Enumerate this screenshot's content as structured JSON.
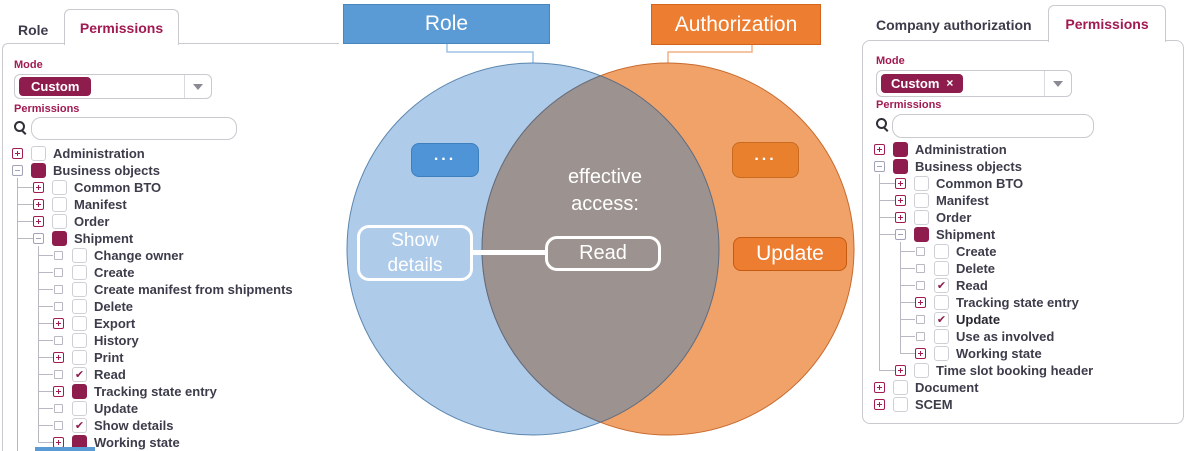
{
  "colors": {
    "maroon": "#8E1D4D",
    "maroon_text": "#A11A52",
    "blue_box": "#5B9BD5",
    "blue_circle": "#AECBEA",
    "blue_button": "#4E94D6",
    "orange_box": "#ED7D31",
    "orange_circle": "#F0A269",
    "orange_button": "#E8802D",
    "overlap_gray": "#9C928F",
    "tree_text": "#3C3C4A"
  },
  "left_panel": {
    "tabs": [
      {
        "label": "Role"
      },
      {
        "label": "Permissions"
      }
    ],
    "mode_label": "Mode",
    "mode_value": "Custom",
    "permissions_label": "Permissions",
    "search_value": "",
    "tree": [
      {
        "level": 0,
        "expander": "plus",
        "checkbox": "empty",
        "label": "Administration"
      },
      {
        "level": 0,
        "expander": "minus",
        "checkbox": "filled",
        "label": "Business objects"
      },
      {
        "level": 1,
        "expander": "plus",
        "checkbox": "empty",
        "label": "Common BTO"
      },
      {
        "level": 1,
        "expander": "plus",
        "checkbox": "empty",
        "label": "Manifest"
      },
      {
        "level": 1,
        "expander": "plus",
        "checkbox": "empty",
        "label": "Order"
      },
      {
        "level": 1,
        "expander": "minus",
        "checkbox": "filled",
        "label": "Shipment"
      },
      {
        "level": 2,
        "expander": "leaf",
        "checkbox": "empty",
        "label": "Change owner"
      },
      {
        "level": 2,
        "expander": "leaf",
        "checkbox": "empty",
        "label": "Create"
      },
      {
        "level": 2,
        "expander": "leaf",
        "checkbox": "empty",
        "label": "Create manifest from shipments"
      },
      {
        "level": 2,
        "expander": "leaf",
        "checkbox": "empty",
        "label": "Delete"
      },
      {
        "level": 2,
        "expander": "plus",
        "checkbox": "empty",
        "label": "Export"
      },
      {
        "level": 2,
        "expander": "leaf",
        "checkbox": "empty",
        "label": "History"
      },
      {
        "level": 2,
        "expander": "plus",
        "checkbox": "empty",
        "label": "Print"
      },
      {
        "level": 2,
        "expander": "leaf",
        "checkbox": "check",
        "label": "Read"
      },
      {
        "level": 2,
        "expander": "plus",
        "checkbox": "filled",
        "label": "Tracking state entry"
      },
      {
        "level": 2,
        "expander": "leaf",
        "checkbox": "empty",
        "label": "Update"
      },
      {
        "level": 2,
        "expander": "leaf",
        "checkbox": "check",
        "label": "Show details"
      },
      {
        "level": 2,
        "expander": "plus",
        "checkbox": "filled",
        "label": "Working state"
      }
    ]
  },
  "right_panel": {
    "tabs": [
      {
        "label": "Company authorization"
      },
      {
        "label": "Permissions"
      }
    ],
    "mode_label": "Mode",
    "mode_value": "Custom",
    "mode_clear_symbol": "×",
    "permissions_label": "Permissions",
    "search_value": "",
    "tree": [
      {
        "level": 0,
        "expander": "plus",
        "checkbox": "filled",
        "label": "Administration"
      },
      {
        "level": 0,
        "expander": "minus",
        "checkbox": "filled",
        "label": "Business objects"
      },
      {
        "level": 1,
        "expander": "plus",
        "checkbox": "empty",
        "label": "Common BTO"
      },
      {
        "level": 1,
        "expander": "plus",
        "checkbox": "empty",
        "label": "Manifest"
      },
      {
        "level": 1,
        "expander": "plus",
        "checkbox": "empty",
        "label": "Order"
      },
      {
        "level": 1,
        "expander": "minus",
        "checkbox": "filled",
        "label": "Shipment"
      },
      {
        "level": 2,
        "expander": "leaf",
        "checkbox": "empty",
        "label": "Create"
      },
      {
        "level": 2,
        "expander": "leaf",
        "checkbox": "empty",
        "label": "Delete"
      },
      {
        "level": 2,
        "expander": "leaf",
        "checkbox": "check",
        "label": "Read"
      },
      {
        "level": 2,
        "expander": "plus",
        "checkbox": "empty",
        "label": "Tracking state entry"
      },
      {
        "level": 2,
        "expander": "leaf",
        "checkbox": "check",
        "label": "Update",
        "bold": true
      },
      {
        "level": 2,
        "expander": "leaf",
        "checkbox": "empty",
        "label": "Use as involved"
      },
      {
        "level": 2,
        "expander": "plus",
        "checkbox": "empty",
        "label": "Working state"
      },
      {
        "level": 1,
        "expander": "plus",
        "checkbox": "empty",
        "label": "Time slot booking header"
      },
      {
        "level": 0,
        "expander": "plus",
        "checkbox": "empty",
        "label": "Document"
      },
      {
        "level": 0,
        "expander": "plus",
        "checkbox": "empty",
        "label": "SCEM"
      }
    ]
  },
  "venn": {
    "role_box_label": "Role",
    "authorization_box_label": "Authorization",
    "blue_ellipsis": "...",
    "orange_ellipsis": "...",
    "effective_access_line1": "effective",
    "effective_access_line2": "access:",
    "show_details_label": "Show details",
    "read_label": "Read",
    "update_label": "Update"
  }
}
